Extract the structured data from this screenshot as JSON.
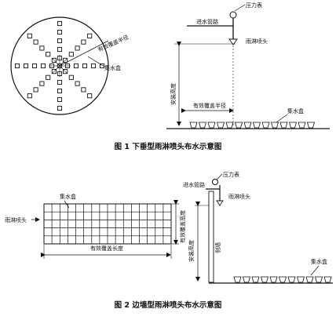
{
  "figure1": {
    "caption": "图 1   下垂型雨淋喷头布水示意图",
    "labels": {
      "effective_radius_diag": "有效覆盖半径",
      "collection_box_left": "集水盒",
      "pressure_gauge": "压力表",
      "inlet_pipe": "进水管路",
      "sprinkler": "雨淋喷头",
      "install_height": "安装高度",
      "effective_radius": "有效覆盖半径",
      "collection_box_right": "集水盒"
    }
  },
  "figure2": {
    "caption": "图 2   边墙型雨淋喷头布水示意图",
    "labels": {
      "collection_box_grid": "集水盒",
      "sprinkler_left": "雨淋喷头",
      "effective_width": "有效覆盖宽度",
      "effective_length": "有效覆盖长度",
      "inlet_pipe": "进水管路",
      "pressure_gauge": "压力表",
      "sprinkler": "雨淋喷头",
      "install_height": "安装高度",
      "side_wall": "侧墙",
      "collection_box_right": "集水盒"
    }
  }
}
